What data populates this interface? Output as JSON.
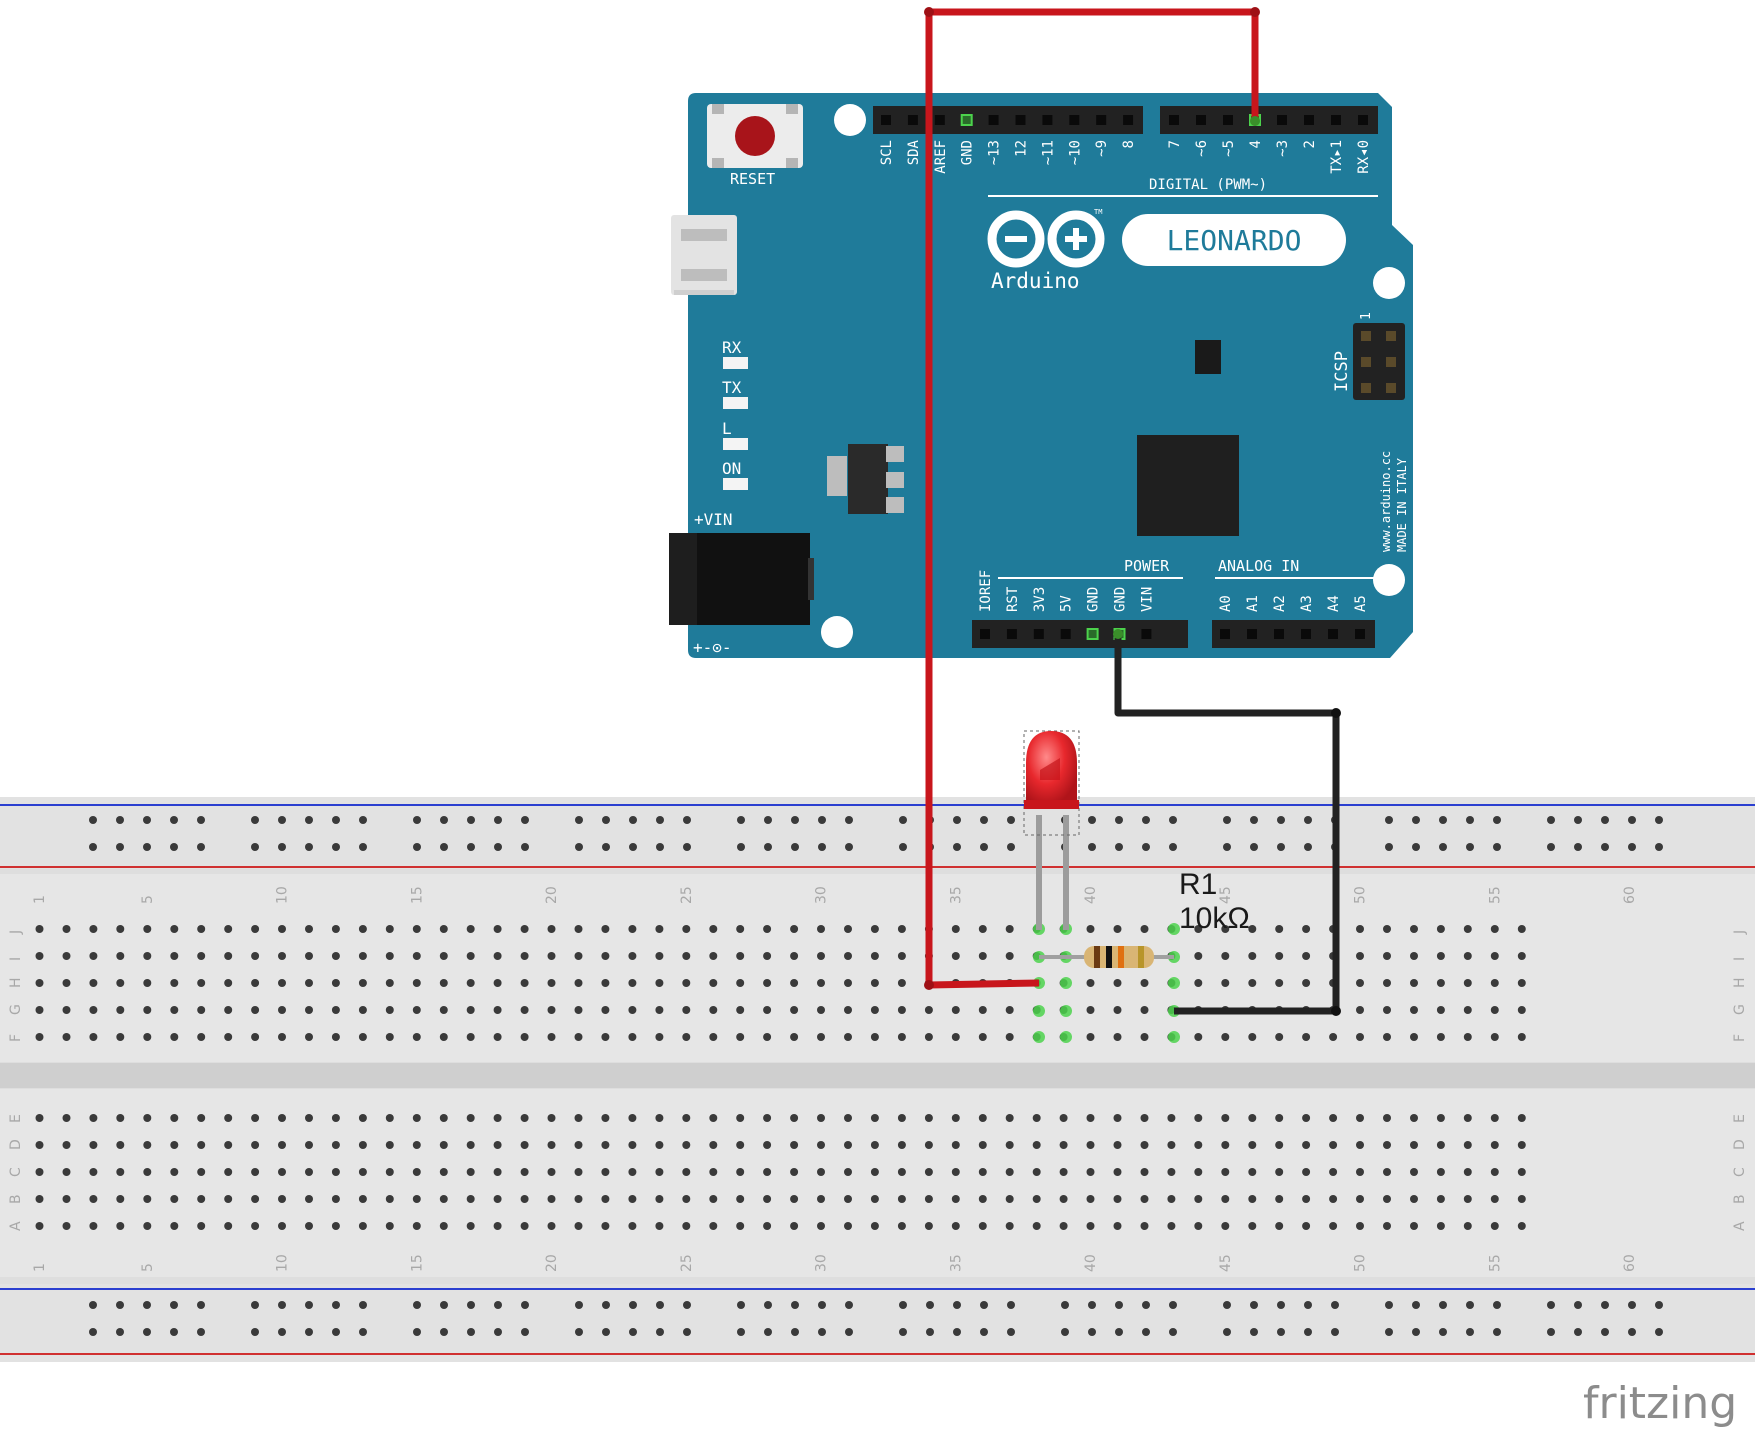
{
  "arduino": {
    "reset_label": "RESET",
    "model_label": "LEONARDO",
    "brand_label": "Arduino",
    "tm": "TM",
    "led_labels": [
      "RX",
      "TX",
      "L",
      "ON"
    ],
    "vin_label": "+VIN",
    "polarity_label": "+-⊙-",
    "digital_section_label": "DIGITAL (PWM~)",
    "top_left_pins": [
      "SCL",
      "SDA",
      "AREF",
      "GND",
      "~13",
      "12",
      "~11",
      "~10",
      "~9",
      "8"
    ],
    "top_right_pins": [
      "7",
      "~6",
      "~5",
      "4",
      "~3",
      "2",
      "TX▸1",
      "RX◂0"
    ],
    "icsp_label": "ICSP",
    "icsp_pin1": "1",
    "website_label": "www.arduino.cc",
    "made_in_label": "MADE IN ITALY",
    "power_section_label": "POWER",
    "analog_section_label": "ANALOG IN",
    "power_pins": [
      "IOREF",
      "RST",
      "3V3",
      "5V",
      "GND",
      "GND",
      "VIN"
    ],
    "analog_pins": [
      "A0",
      "A1",
      "A2",
      "A3",
      "A4",
      "A5"
    ]
  },
  "breadboard": {
    "column_numbers": [
      "1",
      "5",
      "10",
      "15",
      "20",
      "25",
      "30",
      "35",
      "40",
      "45",
      "50",
      "55",
      "60"
    ],
    "row_letters_top": [
      "J",
      "I",
      "H",
      "G",
      "F"
    ],
    "row_letters_bottom": [
      "E",
      "D",
      "C",
      "B",
      "A"
    ]
  },
  "resistor": {
    "name": "R1",
    "value": "10kΩ"
  },
  "wires": {
    "red_color": "#c8161c",
    "black_color": "#222222"
  },
  "colors": {
    "board_teal": "#1f7b9a",
    "led_red": "#e8282d",
    "breadboard_gray": "#dcdcdc"
  },
  "watermark": "fritzing"
}
